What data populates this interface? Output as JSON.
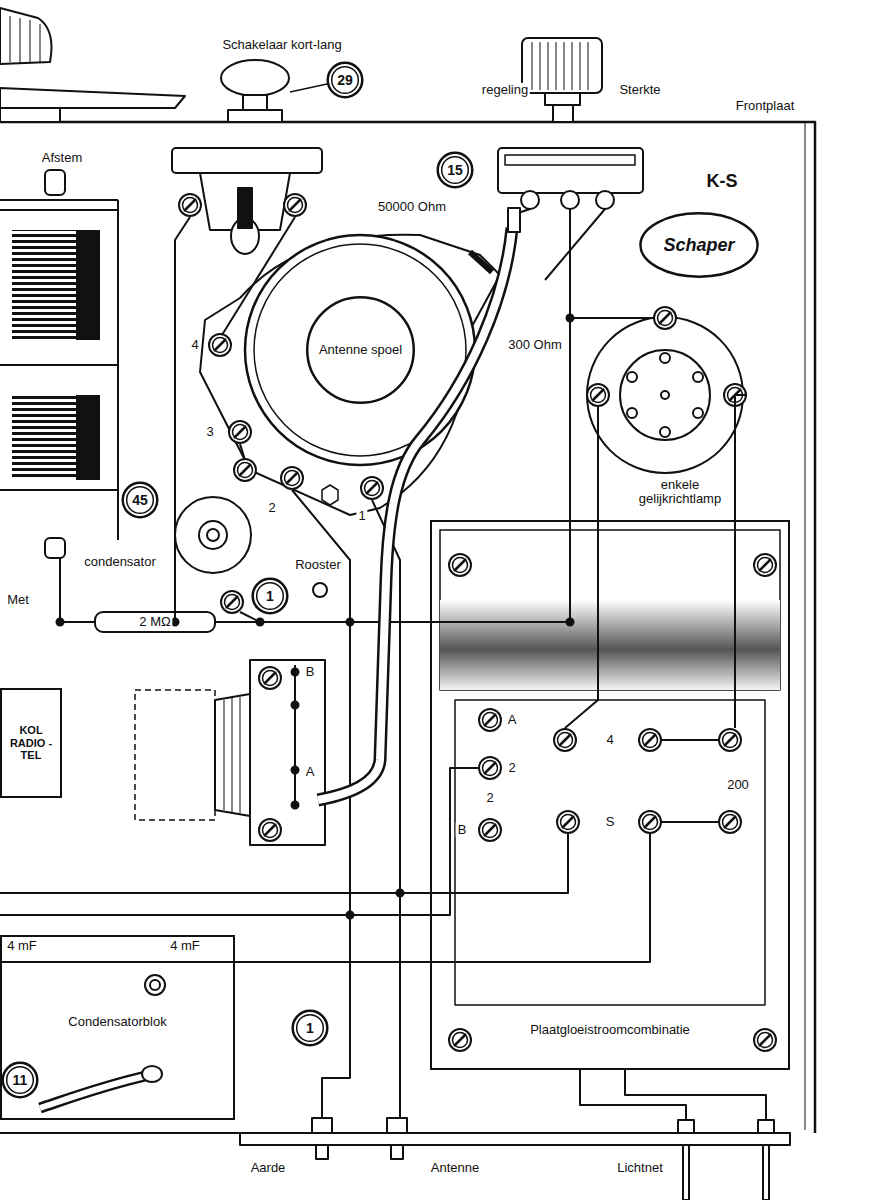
{
  "diagram": {
    "nodes": [
      {
        "text": [
          "29"
        ]
      },
      {
        "text": [
          "15"
        ]
      },
      {
        "text": [
          "Schaper"
        ]
      },
      {
        "text": [
          "Antenne spoel"
        ]
      },
      {
        "text": [
          "45"
        ]
      },
      {
        "text": [
          "1"
        ]
      },
      {
        "text": [
          "KOL",
          "RADIO -",
          "TEL"
        ]
      },
      {
        "text": [
          "Plaatgloeistroomcombinatie"
        ]
      },
      {
        "text": [
          "Condensatorblok"
        ]
      },
      {
        "text": [
          "1"
        ]
      },
      {
        "text": [
          "11"
        ]
      }
    ],
    "edges": [
      {
        "from": 8,
        "to": 7,
        "arrow": "none"
      }
    ],
    "labels": [
      "Schakelaar kort-lang",
      "regeling",
      "Sterkte",
      "Frontplaat",
      "K-S",
      "Afstem",
      "50000 Ohm",
      "300 Ohm",
      "4",
      "3",
      "2",
      "1",
      "enkele gelijkrichtlamp",
      "Rooster",
      "condensator",
      "Met",
      "2 MΩ",
      "B",
      "A",
      "A",
      "4",
      "2",
      "2",
      "200",
      "S",
      "B",
      "4 mF",
      "4 mF",
      "Aarde",
      "Antenne",
      "Lichtnet"
    ]
  }
}
